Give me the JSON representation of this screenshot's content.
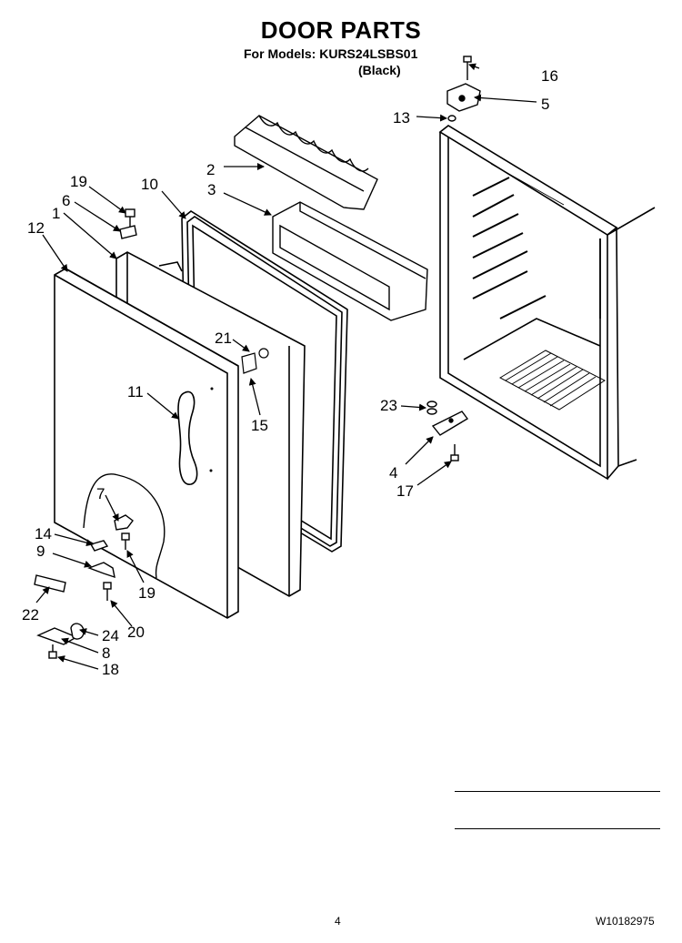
{
  "header": {
    "title": "DOOR PARTS",
    "models_line": "For Models: KURS24LSBS01",
    "color_line": "(Black)"
  },
  "callouts": [
    "1",
    "2",
    "3",
    "4",
    "5",
    "6",
    "7",
    "8",
    "9",
    "10",
    "11",
    "12",
    "13",
    "14",
    "15",
    "16",
    "17",
    "18",
    "19",
    "19",
    "20",
    "21",
    "22",
    "23",
    "24"
  ],
  "footer": {
    "page_number": "4",
    "document_number": "W10182975"
  }
}
